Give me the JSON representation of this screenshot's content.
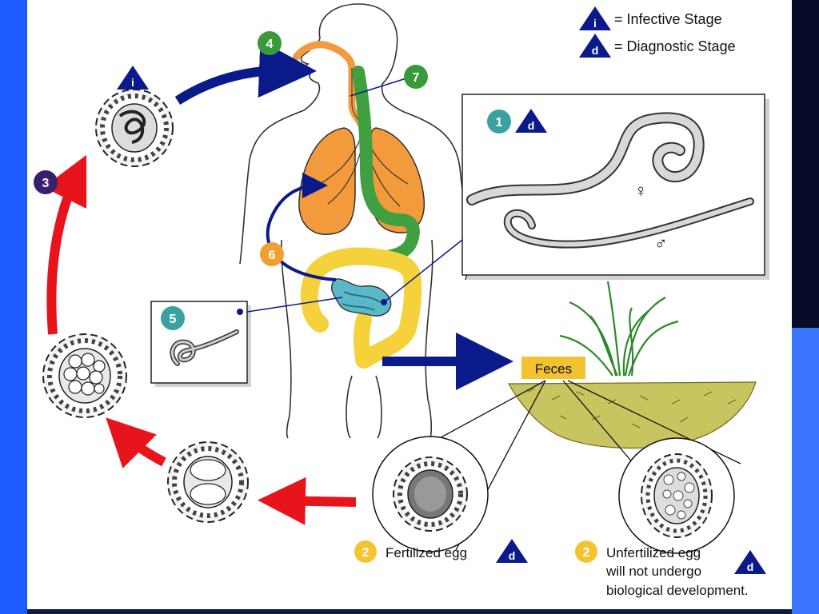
{
  "legend": {
    "infective_symbol": "i",
    "infective_label": "= Infective Stage",
    "diagnostic_symbol": "d",
    "diagnostic_label": "= Diagnostic Stage"
  },
  "steps": {
    "s1": "1",
    "s2": "2",
    "s3": "3",
    "s4": "4",
    "s5": "5",
    "s6": "6",
    "s7": "7"
  },
  "labels": {
    "feces": "Feces",
    "female_symbol": "♀",
    "male_symbol": "♂",
    "fertilized_egg": "Fertilized egg",
    "unfertilized_line1": "Unfertilized egg",
    "unfertilized_line2": "will not undergo",
    "unfertilized_line3": "biological development."
  },
  "colors": {
    "step_green": "#3a9a3a",
    "step_purple": "#3a1f6e",
    "step_teal": "#3aa0a0",
    "step_orange": "#f0a030",
    "step_yellow": "#f4c430",
    "arrow_blue": "#0a1a8a",
    "arrow_red": "#e8141c",
    "lung_orange": "#f39a3c",
    "gut_green": "#3ea040",
    "colon_yellow": "#f5d23c",
    "intestine_teal": "#5ab8c8",
    "soil": "#c8c460",
    "feces_box": "#f2c230"
  }
}
